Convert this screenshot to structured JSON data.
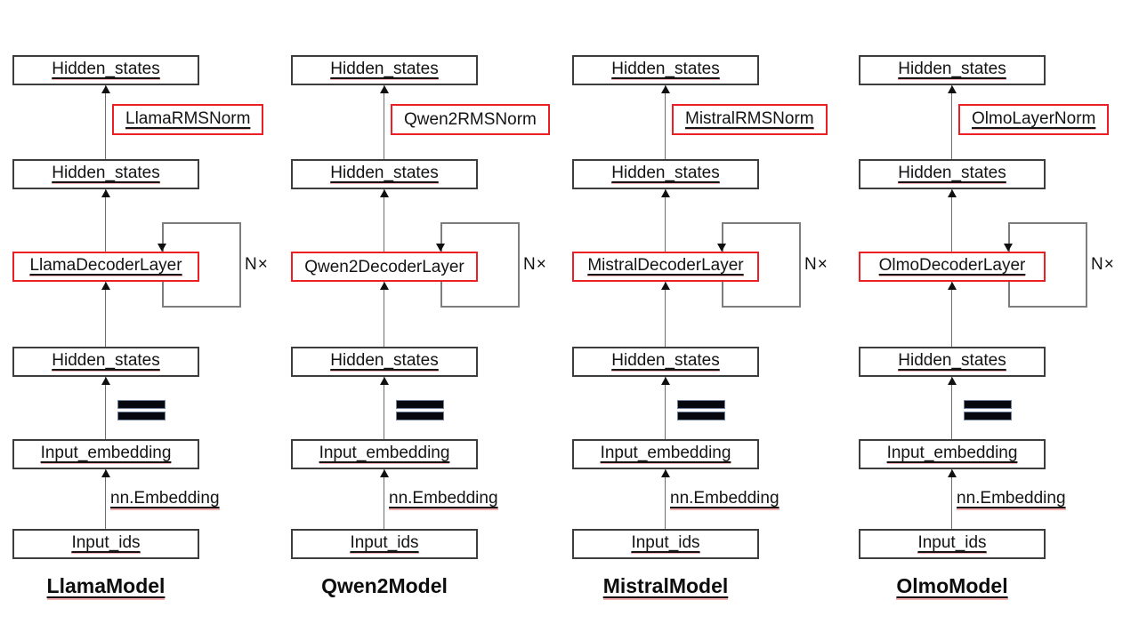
{
  "diagram": {
    "colors": {
      "accent_red": "#ec2024",
      "box_border": "#3d3d3d",
      "arrow_line": "#6e6e6e",
      "loop_border": "#7d7d7d",
      "spellcheck_underline": "#f6aeae",
      "equals_fill": "#07070f",
      "equals_outline": "#72839f",
      "background": "#ffffff"
    },
    "columns": [
      {
        "title": "LlamaModel",
        "u_title": "1",
        "norm": "LlamaRMSNorm",
        "u_norm": "1",
        "decoder": "LlamaDecoderLayer",
        "u_decoder": "1",
        "repeat": "N×",
        "hidden_top": "Hidden_states",
        "hidden_mid": "Hidden_states",
        "hidden_bottom": "Hidden_states",
        "u_hidden": "1",
        "input_embedding": "Input_embedding",
        "u_input_embedding": "1",
        "embedding_fn": "nn.Embedding",
        "u_embedding_fn": "1",
        "input_ids": "Input_ids",
        "u_input_ids": "1"
      },
      {
        "title": "Qwen2Model",
        "u_title": "0",
        "norm": "Qwen2RMSNorm",
        "u_norm": "0",
        "decoder": "Qwen2DecoderLayer",
        "u_decoder": "0",
        "repeat": "N×",
        "hidden_top": "Hidden_states",
        "hidden_mid": "Hidden_states",
        "hidden_bottom": "Hidden_states",
        "u_hidden": "1",
        "input_embedding": "Input_embedding",
        "u_input_embedding": "1",
        "embedding_fn": "nn.Embedding",
        "u_embedding_fn": "1",
        "input_ids": "Input_ids",
        "u_input_ids": "1"
      },
      {
        "title": "MistralModel",
        "u_title": "1",
        "norm": "MistralRMSNorm",
        "u_norm": "1",
        "decoder": "MistralDecoderLayer",
        "u_decoder": "1",
        "repeat": "N×",
        "hidden_top": "Hidden_states",
        "hidden_mid": "Hidden_states",
        "hidden_bottom": "Hidden_states",
        "u_hidden": "1",
        "input_embedding": "Input_embedding",
        "u_input_embedding": "1",
        "embedding_fn": "nn.Embedding",
        "u_embedding_fn": "1",
        "input_ids": "Input_ids",
        "u_input_ids": "1"
      },
      {
        "title": "OlmoModel",
        "u_title": "1",
        "norm": "OlmoLayerNorm",
        "u_norm": "1",
        "decoder": "OlmoDecoderLayer",
        "u_decoder": "1",
        "repeat": "N×",
        "hidden_top": "Hidden_states",
        "hidden_mid": "Hidden_states",
        "hidden_bottom": "Hidden_states",
        "u_hidden": "1",
        "input_embedding": "Input_embedding",
        "u_input_embedding": "1",
        "embedding_fn": "nn.Embedding",
        "u_embedding_fn": "1",
        "input_ids": "Input_ids",
        "u_input_ids": "1"
      }
    ]
  }
}
